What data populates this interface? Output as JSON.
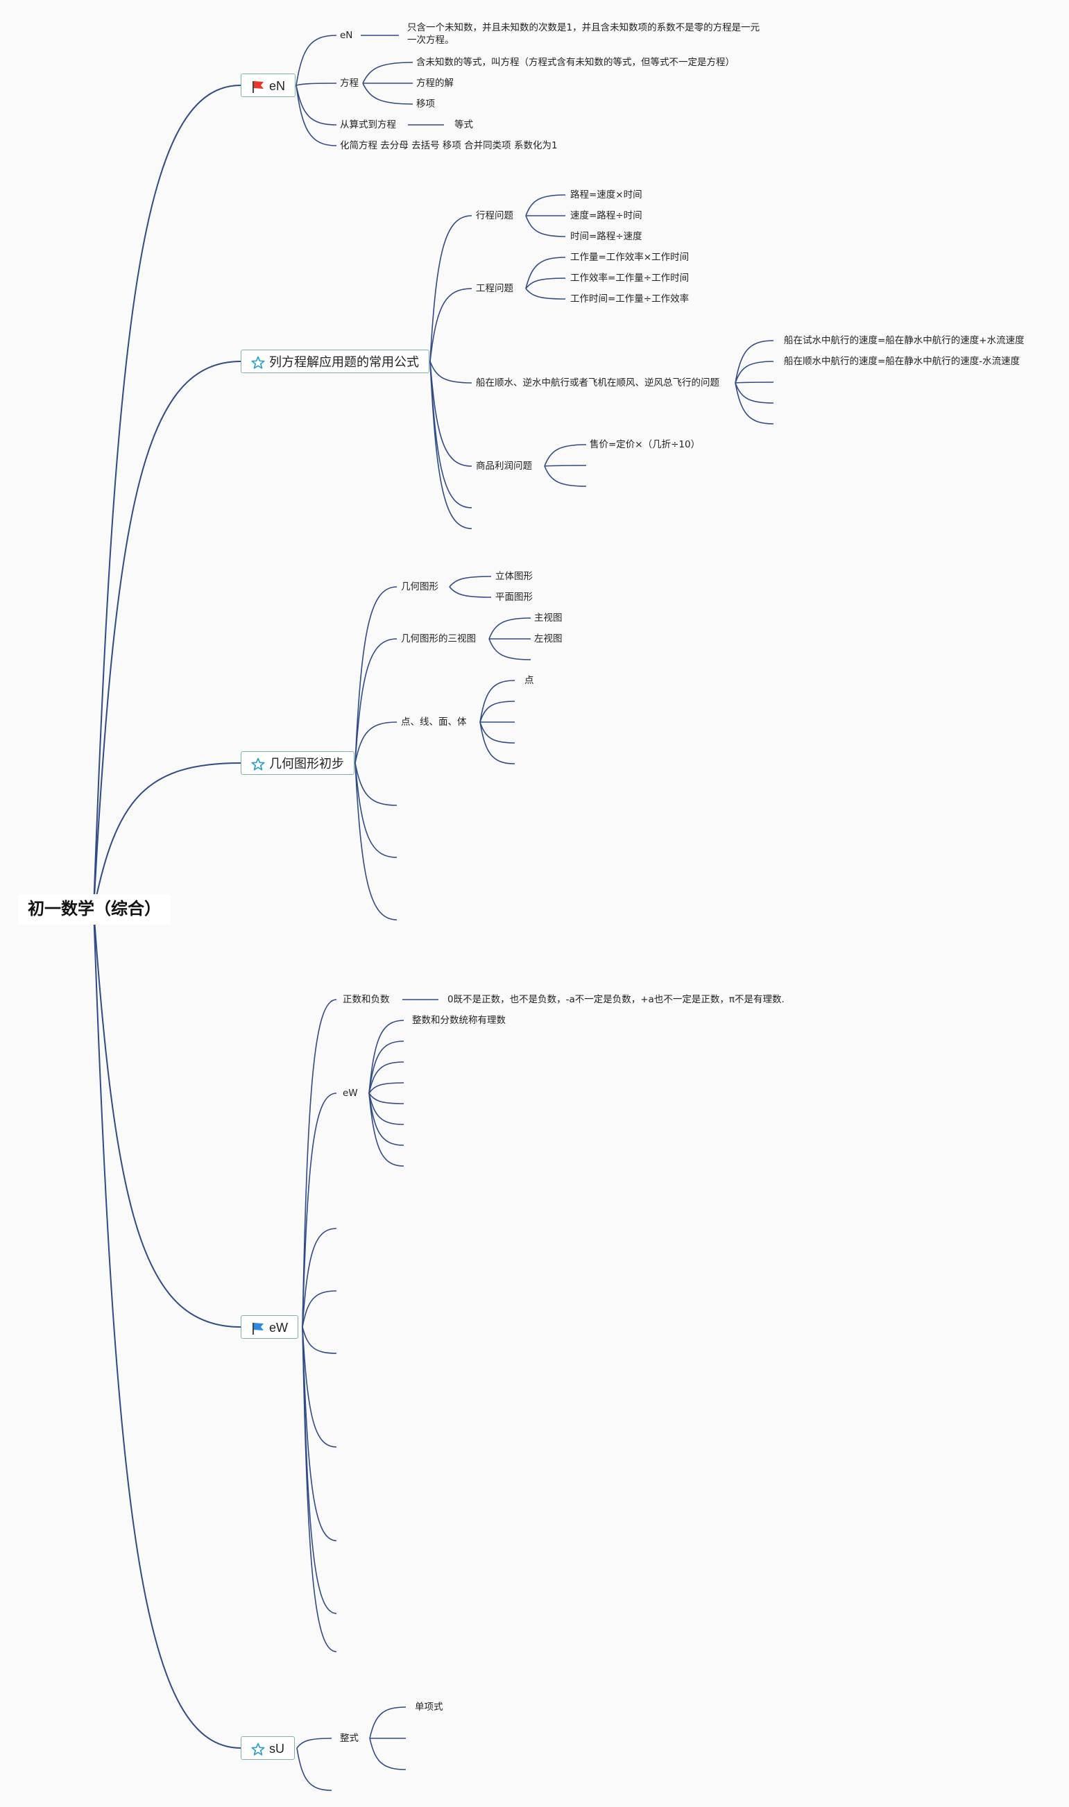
{
  "root": {
    "label": "初一数学（综合）"
  },
  "branches": {
    "b1": {
      "label": "eN",
      "icon": "red-flag-icon",
      "items": {
        "en": "eN",
        "en_def": "只含一个未知数，并且未知数的次数是1，并且含未知数项的系数不是零的方程是一元一次方程。",
        "fangcheng": "方程",
        "fc_1": "含未知数的等式，叫方程（方程式含有未知数的等式，但等式不一定是方程）",
        "fc_2": "方程的解",
        "fc_3": "移项",
        "cong": "从算式到方程",
        "dengshi": "等式",
        "huajian": "化简方程 去分母 去括号 移项 合并同类项 系数化为1"
      }
    },
    "b2": {
      "label": "列方程解应用题的常用公式",
      "icon": "star-icon",
      "items": {
        "xc": "行程问题",
        "xc_1": "路程=速度×时间",
        "xc_2": "速度=路程÷时间",
        "xc_3": "时间=路程÷速度",
        "gc": "工程问题",
        "gc_1": "工作量=工作效率×工作时间",
        "gc_2": "工作效率=工作量÷工作时间",
        "gc_3": "工作时间=工作量÷工作效率",
        "cz": "船在顺水、逆水中航行或者飞机在顺风、逆风总飞行的问题",
        "cz_1": "船在试水中航行的速度=船在静水中航行的速度+水流速度",
        "cz_2": "船在顺水中航行的速度=船在静水中航行的速度-水流速度",
        "sp": "商品利润问题",
        "sp_1": "售价=定价×（几折÷10）"
      }
    },
    "b3": {
      "label": "几何图形初步",
      "icon": "star-icon",
      "items": {
        "jh": "几何图形",
        "jh_1": "立体图形",
        "jh_2": "平面图形",
        "sv": "几何图形的三视图",
        "sv_1": "主视图",
        "sv_2": "左视图",
        "dx": "点、线、面、体",
        "dx_1": "点"
      }
    },
    "b4": {
      "label": "eW",
      "icon": "blue-flag-icon",
      "items": {
        "zf": "正数和负数",
        "zf_1": "0既不是正数，也不是负数，-a不一定是负数，+a也不一定是正数，π不是有理数.",
        "ew": "eW",
        "ew_1": "整数和分数统称有理数"
      }
    },
    "b5": {
      "label": "sU",
      "icon": "star-icon",
      "items": {
        "zs": "整式",
        "zs_1": "单项式"
      }
    }
  },
  "colors": {
    "line": "#2f4a86",
    "border": "#7fb2ad",
    "flag_red": "#e8362c",
    "flag_blue": "#2c8be0",
    "star": "#2b9fc9"
  }
}
